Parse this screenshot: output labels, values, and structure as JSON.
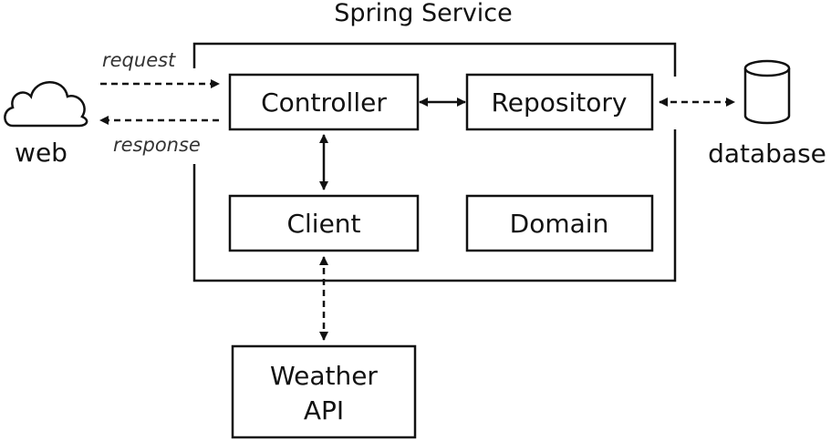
{
  "diagram": {
    "title": "Spring Service",
    "nodes": {
      "controller": "Controller",
      "repository": "Repository",
      "client": "Client",
      "domain": "Domain",
      "weather_api_line1": "Weather",
      "weather_api_line2": "API"
    },
    "external": {
      "web": "web",
      "database": "database"
    },
    "icons": {
      "web": "cloud-icon",
      "database": "database-cylinder-icon"
    },
    "edges": {
      "request": "request",
      "response": "response"
    },
    "colors": {
      "stroke": "#111111",
      "background": "#ffffff"
    }
  }
}
